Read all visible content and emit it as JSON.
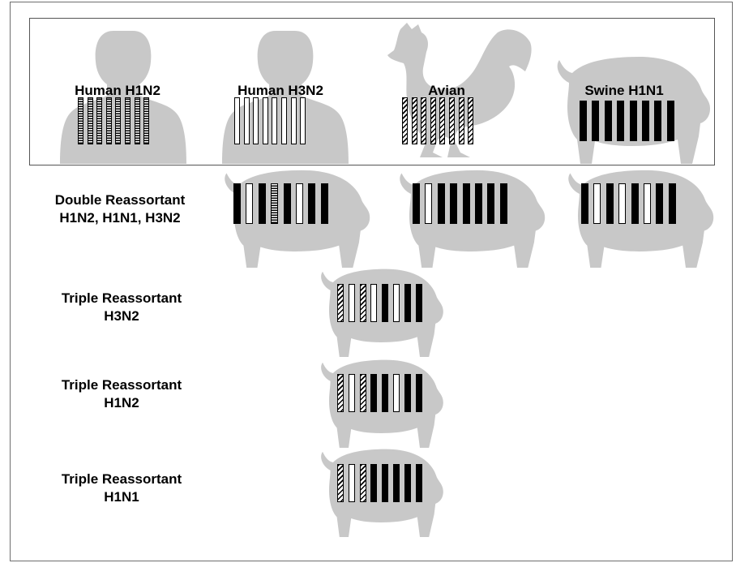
{
  "colors": {
    "silhouette": "#c8c8c8",
    "swine_segment": "#000000",
    "human_h3n2_segment": "#ffffff",
    "frame": "#555555"
  },
  "segment_patterns": {
    "human_h1n2": "horizontal-stripes",
    "human_h3n2": "white",
    "avian": "diagonal-stripes",
    "swine": "solid-black"
  },
  "sources": [
    {
      "title": "Human H1N2",
      "host": "human",
      "segments": [
        "human_h1n2",
        "human_h1n2",
        "human_h1n2",
        "human_h1n2",
        "human_h1n2",
        "human_h1n2",
        "human_h1n2",
        "human_h1n2"
      ]
    },
    {
      "title": "Human H3N2",
      "host": "human",
      "segments": [
        "human_h3n2",
        "human_h3n2",
        "human_h3n2",
        "human_h3n2",
        "human_h3n2",
        "human_h3n2",
        "human_h3n2",
        "human_h3n2"
      ]
    },
    {
      "title": "Avian",
      "host": "rooster",
      "segments": [
        "avian",
        "avian",
        "avian",
        "avian",
        "avian",
        "avian",
        "avian",
        "avian"
      ]
    },
    {
      "title": "Swine H1N1",
      "host": "pig",
      "segments": [
        "swine",
        "swine",
        "swine",
        "swine",
        "swine",
        "swine",
        "swine",
        "swine"
      ]
    }
  ],
  "double_reassortant": {
    "label_line1": "Double Reassortant",
    "label_line2": "H1N2, H1N1, H3N2",
    "pigs": [
      [
        "swine",
        "human_h3n2",
        "swine",
        "human_h1n2",
        "swine",
        "human_h3n2",
        "swine",
        "swine"
      ],
      [
        "swine",
        "human_h3n2",
        "swine",
        "swine",
        "swine",
        "swine",
        "swine",
        "swine"
      ],
      [
        "swine",
        "human_h3n2",
        "swine",
        "human_h3n2",
        "swine",
        "human_h3n2",
        "swine",
        "swine"
      ]
    ]
  },
  "triple_reassortants": [
    {
      "label_line1": "Triple Reassortant",
      "label_line2": "H3N2",
      "segments": [
        "avian",
        "human_h3n2",
        "avian",
        "human_h3n2",
        "swine",
        "human_h3n2",
        "swine",
        "swine"
      ]
    },
    {
      "label_line1": "Triple Reassortant",
      "label_line2": "H1N2",
      "segments": [
        "avian",
        "human_h3n2",
        "avian",
        "swine",
        "swine",
        "human_h3n2",
        "swine",
        "swine"
      ]
    },
    {
      "label_line1": "Triple Reassortant",
      "label_line2": "H1N1",
      "segments": [
        "avian",
        "human_h3n2",
        "avian",
        "swine",
        "swine",
        "swine",
        "swine",
        "swine"
      ]
    }
  ]
}
